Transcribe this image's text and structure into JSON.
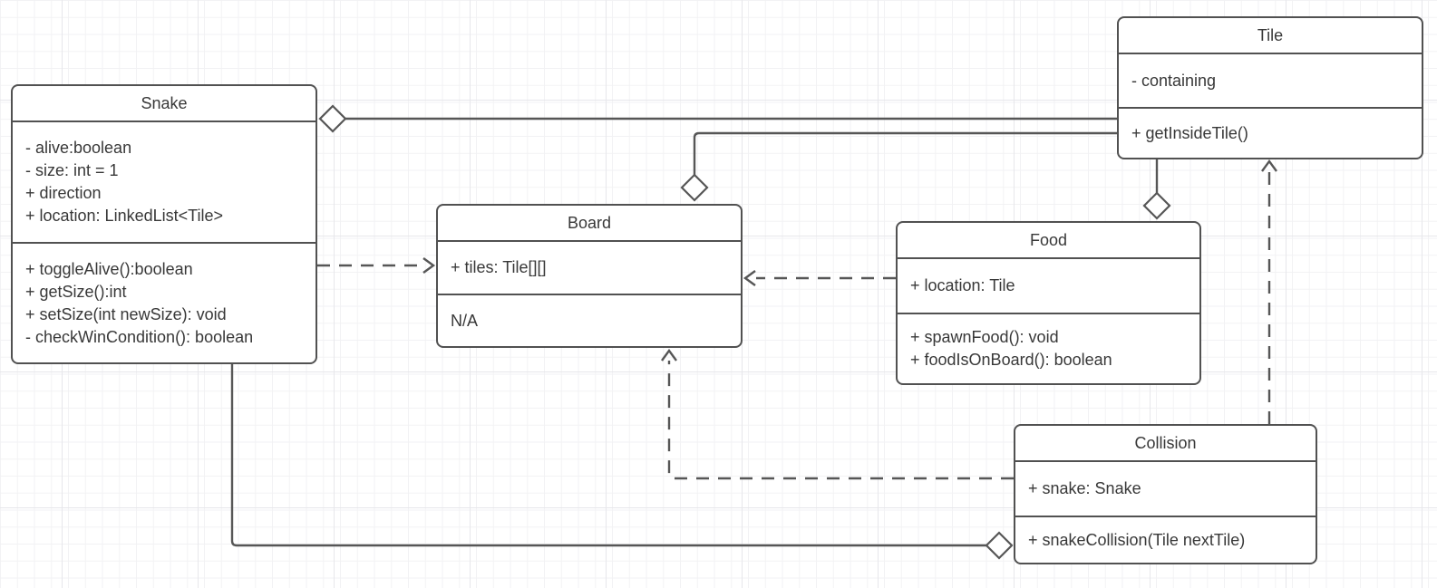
{
  "diagram": {
    "type": "uml-class-diagram",
    "classes": [
      {
        "name": "Snake",
        "attributes": [
          "- alive:boolean",
          "- size: int = 1",
          "+ direction",
          "+ location: LinkedList<Tile>"
        ],
        "methods": [
          "+ toggleAlive():boolean",
          "+ getSize():int",
          "+ setSize(int newSize): void",
          "- checkWinCondition(): boolean"
        ]
      },
      {
        "name": "Tile",
        "attributes": [
          "- containing"
        ],
        "methods": [
          "+ getInsideTile()"
        ]
      },
      {
        "name": "Board",
        "attributes": [
          "+ tiles: Tile[][]"
        ],
        "methods": [
          "N/A"
        ]
      },
      {
        "name": "Food",
        "attributes": [
          "+ location: Tile"
        ],
        "methods": [
          "+ spawnFood(): void",
          "+ foodIsOnBoard(): boolean"
        ]
      },
      {
        "name": "Collision",
        "attributes": [
          "+ snake: Snake"
        ],
        "methods": [
          "+ snakeCollision(Tile nextTile)"
        ]
      }
    ],
    "relationships": [
      {
        "from": "Snake",
        "to": "Tile",
        "type": "aggregation",
        "diamond_at": "Snake",
        "line": "solid"
      },
      {
        "from": "Board",
        "to": "Tile",
        "type": "aggregation",
        "diamond_at": "Board",
        "line": "solid"
      },
      {
        "from": "Food",
        "to": "Tile",
        "type": "aggregation",
        "diamond_at": "Food",
        "line": "solid"
      },
      {
        "from": "Snake",
        "to": "Board",
        "type": "dependency",
        "arrow_at": "Board",
        "line": "dashed"
      },
      {
        "from": "Food",
        "to": "Board",
        "type": "dependency",
        "arrow_at": "Board",
        "line": "dashed"
      },
      {
        "from": "Collision",
        "to": "Board",
        "type": "dependency",
        "arrow_at": "Board",
        "line": "dashed"
      },
      {
        "from": "Collision",
        "to": "Tile",
        "type": "dependency",
        "arrow_at": "Tile",
        "line": "dashed"
      },
      {
        "from": "Collision",
        "to": "Snake",
        "type": "aggregation",
        "diamond_at": "Collision",
        "line": "solid"
      }
    ],
    "colors": {
      "stroke": "#565656",
      "box_border": "#515151",
      "text": "#383838",
      "background": "#ffffff",
      "grid_minor": "#f2f2f4",
      "grid_major": "#e7e7eb"
    }
  }
}
